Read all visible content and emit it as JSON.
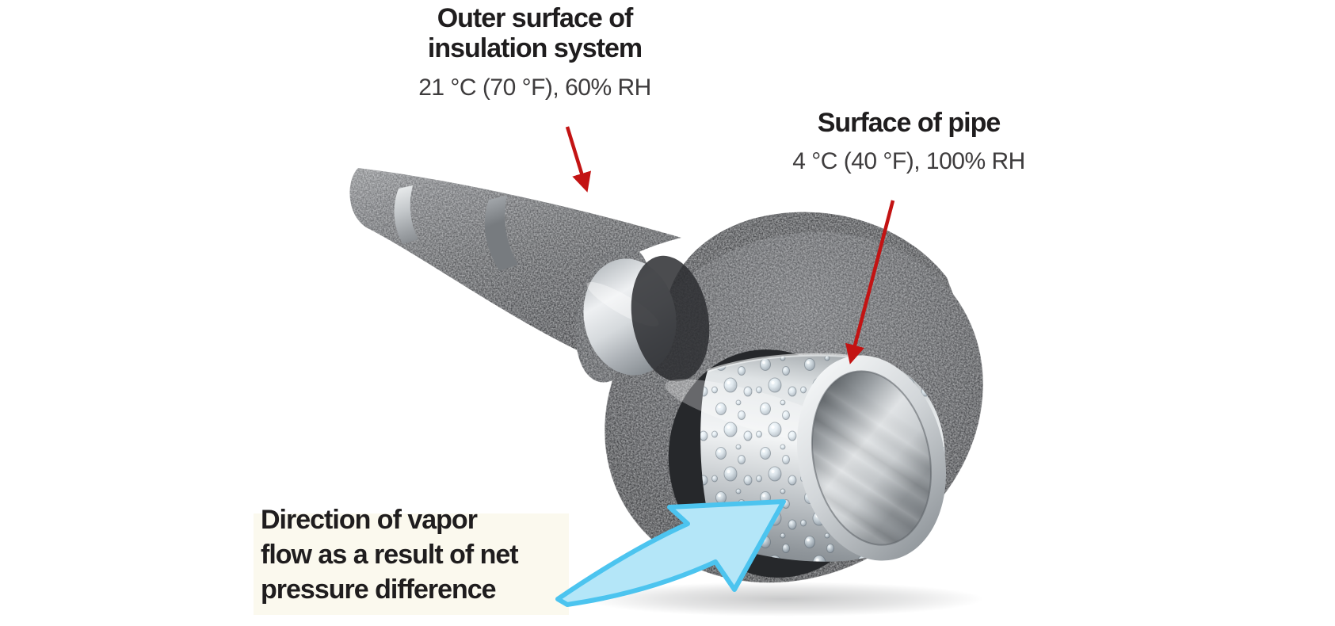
{
  "page": {
    "background": "#ffffff"
  },
  "annotations": {
    "outer_surface": {
      "title": "Outer surface of\ninsulation system",
      "conditions": "21 °C (70 °F), 60% RH"
    },
    "pipe_surface": {
      "title": "Surface of pipe",
      "conditions": "4 °C (40 °F), 100% RH"
    },
    "vapor_flow": {
      "title": "Direction of vapor\nflow as a result of net\npressure difference"
    }
  },
  "colors": {
    "pointer_red": "#c31313",
    "vapor_arrow_fill": "#b4e6f8",
    "vapor_arrow_stroke": "#4cc4ef",
    "heading_text": "#1f1d1e",
    "subtext": "#3e3c3d",
    "note_background": "#fbf9ee",
    "insulation_dark": "#46484b",
    "pipe_metal": "#d6dadd"
  },
  "illustration": {
    "parts": [
      "insulation-tube",
      "metal-band",
      "bare-pipe-section",
      "insulation-end-section",
      "condensation-droplets",
      "pipe-opening"
    ]
  }
}
